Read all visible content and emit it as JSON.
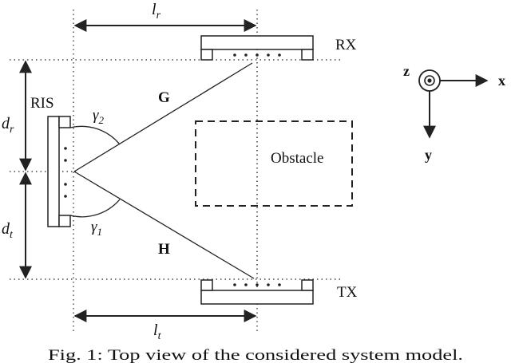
{
  "labels": {
    "ris": "RIS",
    "rx": "RX",
    "tx": "TX",
    "obstacle": "Obstacle",
    "channel_g": "G",
    "channel_h": "H",
    "dist_r": "d",
    "dist_r_sub": "r",
    "dist_t": "d",
    "dist_t_sub": "t",
    "len_r": "l",
    "len_r_sub": "r",
    "len_t": "l",
    "len_t_sub": "t",
    "gamma2": "γ",
    "gamma2_sub": "2",
    "gamma1": "γ",
    "gamma1_sub": "1",
    "axis_z": "z",
    "axis_x": "x",
    "axis_y": "y"
  },
  "caption": "Fig. 1: Top view of the considered system model."
}
